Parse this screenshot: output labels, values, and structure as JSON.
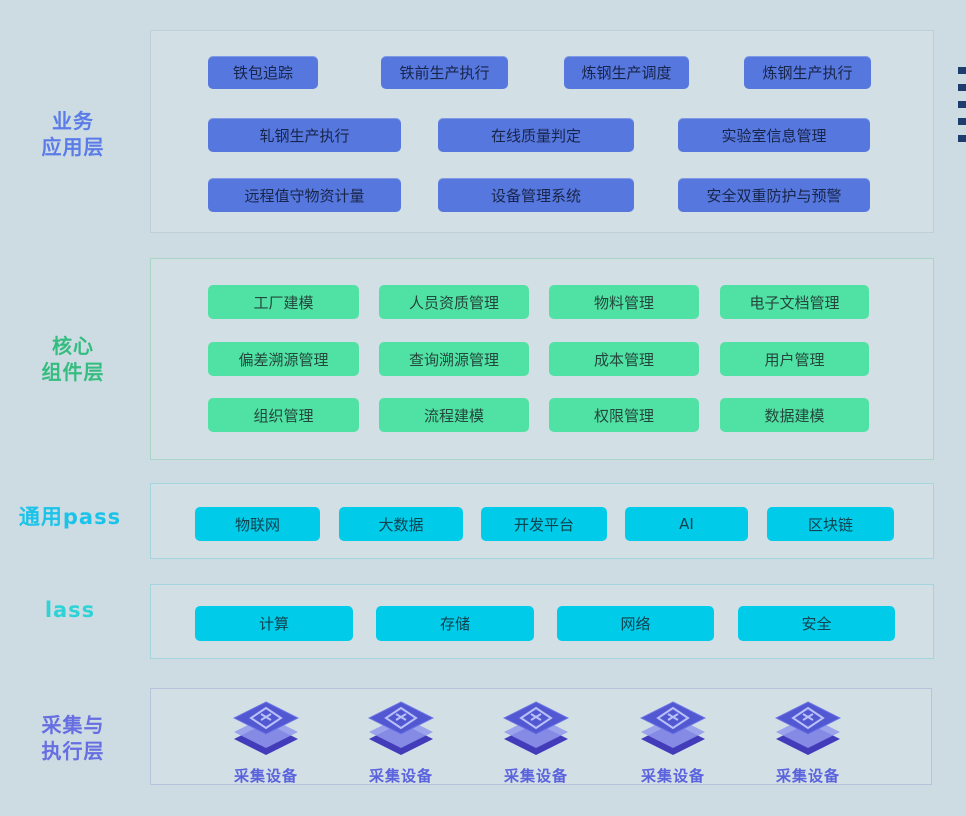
{
  "layers": [
    {
      "name": "business-application-layer",
      "label_lines": [
        "业务",
        "应用层"
      ],
      "label_color": "#5b7ce8",
      "chip_bg": "#5677dd",
      "chip_text": "#18254a",
      "panel_border": "#bdd0da",
      "rows": [
        [
          "铁包追踪",
          "铁前生产执行",
          "炼钢生产调度",
          "炼钢生产执行"
        ],
        [
          "轧钢生产执行",
          "在线质量判定",
          "实验室信息管理"
        ],
        [
          "远程值守物资计量",
          "设备管理系统",
          "安全双重防护与预警"
        ]
      ]
    },
    {
      "name": "core-component-layer",
      "label_lines": [
        "核心",
        "组件层"
      ],
      "label_color": "#35bd80",
      "chip_bg": "#50e2a4",
      "chip_text": "#24463c",
      "panel_border": "#a9d6c6",
      "rows": [
        [
          "工厂建模",
          "人员资质管理",
          "物料管理",
          "电子文档管理"
        ],
        [
          "偏差溯源管理",
          "查询溯源管理",
          "成本管理",
          "用户管理"
        ],
        [
          "组织管理",
          "流程建模",
          "权限管理",
          "数据建模"
        ]
      ]
    },
    {
      "name": "general-paas-layer",
      "label_lines": [
        "通用pass"
      ],
      "label_color": "#1bc3e8",
      "chip_bg": "#00cbe8",
      "chip_text": "#0f4350",
      "panel_border": "#a4d4de",
      "rows": [
        [
          "物联网",
          "大数据",
          "开发平台",
          "AI",
          "区块链"
        ]
      ]
    },
    {
      "name": "iaas-layer",
      "label_lines": [
        "lass"
      ],
      "label_color": "#2fd3d6",
      "chip_bg": "#00cbe8",
      "chip_text": "#0f4350",
      "panel_border": "#a4d4de",
      "rows": [
        [
          "计算",
          "存储",
          "网络",
          "安全"
        ]
      ]
    },
    {
      "name": "collection-execution-layer",
      "label_lines": [
        "采集与",
        "执行层"
      ],
      "label_color": "#666ee2",
      "device_label_color": "#5a62dd",
      "panel_border": "#b7c3dd",
      "devices": [
        "采集设备",
        "采集设备",
        "采集设备",
        "采集设备",
        "采集设备"
      ]
    }
  ],
  "icons": {
    "device_cube": "isometric-chip-cube-icon"
  },
  "right_edge_marks": {
    "count": 5,
    "color": "#1e3c6e"
  }
}
